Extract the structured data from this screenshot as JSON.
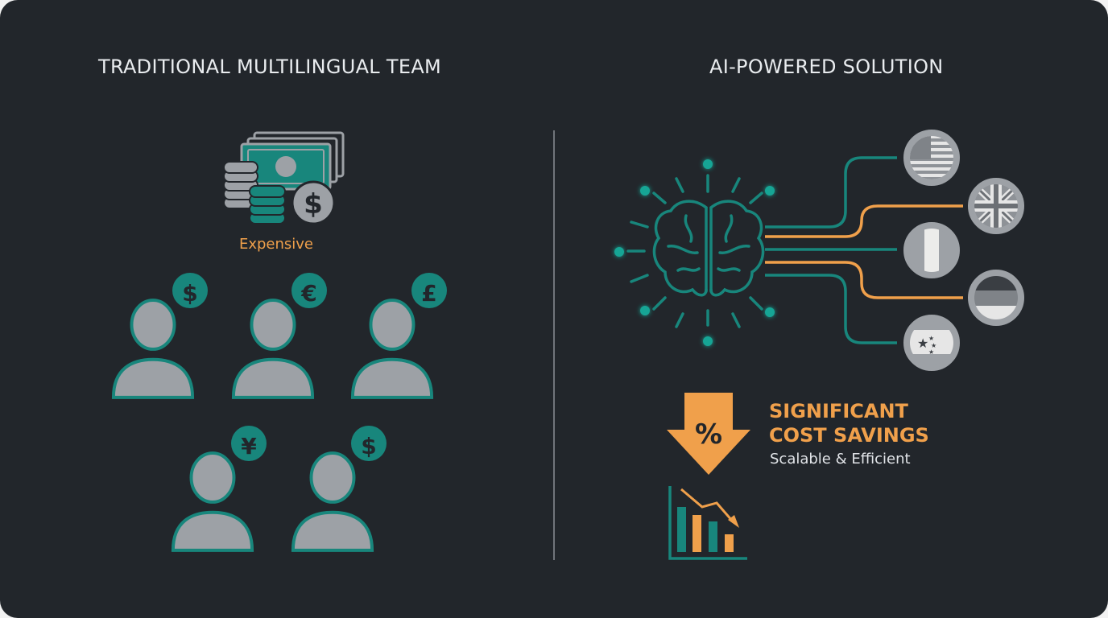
{
  "left": {
    "title": "TRADITIONAL MULTILINGUAL TEAM",
    "cost_label": "Expensive",
    "people_currencies": [
      "$",
      "€",
      "£",
      "¥",
      "$"
    ]
  },
  "right": {
    "title": "AI-POWERED SOLUTION",
    "savings_line1": "SIGNIFICANT",
    "savings_line2": "COST SAVINGS",
    "savings_sub": "Scalable & Efficient",
    "percent_symbol": "%",
    "flag_icons": [
      "us-flag-icon",
      "uk-flag-icon",
      "striped-flag-icon",
      "horizontal-striped-flag-icon",
      "star-flag-icon"
    ]
  },
  "colors": {
    "background": "#22262b",
    "teal": "#18867c",
    "orange": "#f0a04b",
    "gray": "#9da1a6"
  }
}
